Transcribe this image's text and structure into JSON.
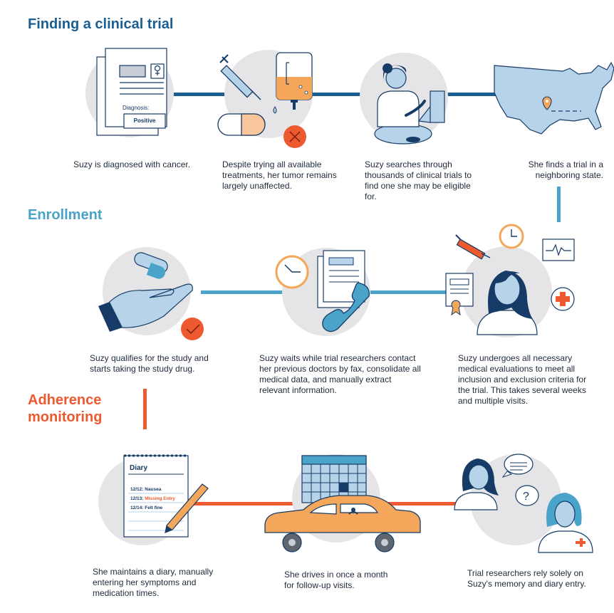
{
  "sections": {
    "finding": {
      "heading": "Finding a clinical trial"
    },
    "enrollment": {
      "heading": "Enrollment"
    },
    "adherence": {
      "heading_line1": "Adherence",
      "heading_line2": "monitoring"
    }
  },
  "captions": {
    "diagnosed": "Suzy is diagnosed with cancer.",
    "treatments": "Despite trying all available treatments, her tumor remains largely unaffected.",
    "searches": "Suzy searches through thousands of clinical trials to find one she may be eligible for.",
    "finds": "She finds a trial in a neighboring state.",
    "evaluations": "Suzy undergoes all necessary medical evaluations to meet all inclusion and exclusion criteria for the trial. This takes several weeks and multiple visits.",
    "waits": "Suzy waits while trial researchers contact her previous doctors by fax, consolidate all medical data, and manually extract relevant information.",
    "qualifies": "Suzy qualifies for the study and starts taking the study drug.",
    "diary": "She maintains a diary, manually entering her symptoms and medication times.",
    "drives": "She drives in once a month for follow-up visits.",
    "rely": "Trial researchers rely solely on Suzy's memory and diary entry."
  },
  "document": {
    "label": "Diagnosis:",
    "result": "Positive"
  },
  "diary": {
    "title": "Diary",
    "entries": [
      {
        "date": "12/12:",
        "text": "Nausea"
      },
      {
        "date": "12/13:",
        "text": "Missing Entry"
      },
      {
        "date": "12/14:",
        "text": "Felt fine"
      }
    ]
  },
  "colors": {
    "finding": "#1a5e92",
    "enrollment": "#4aa3c9",
    "adherence": "#ee5a2f",
    "circle": "#e5e5e8",
    "navy": "#163b66",
    "light_blue": "#b7d3ea",
    "orange": "#f4a65a"
  }
}
